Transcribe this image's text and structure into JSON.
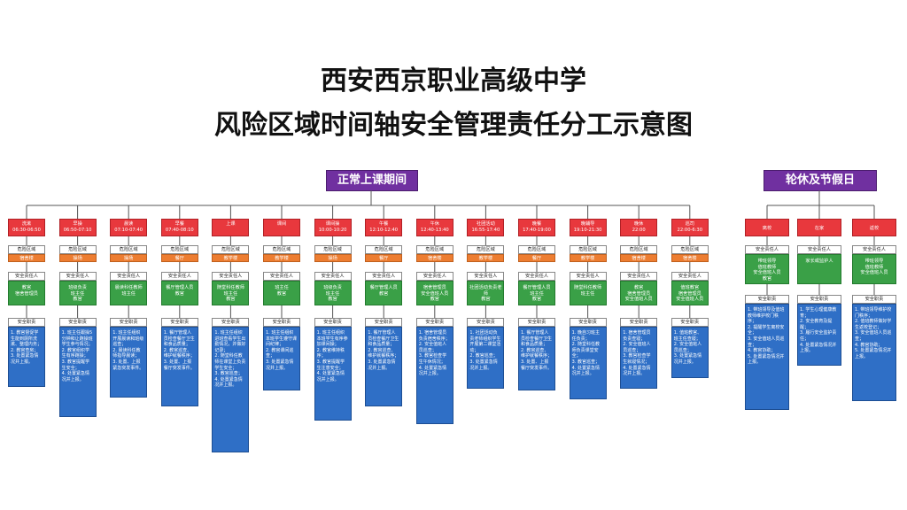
{
  "title_line1": "西安西京职业高级中学",
  "title_line2": "风险区域时间轴安全管理责任分工示意图",
  "period_normal": "正常上课期间",
  "period_holiday": "轮休及节假日",
  "labels": {
    "zone": "危险区域",
    "security": "安全责任人",
    "duty": "安全职责"
  },
  "columns": [
    {
      "time": "洗漱\n06:30-06:50",
      "zone": "宿舍楼",
      "person": "教官\n宿舍管理员",
      "duty": "1. 教官督促学生能到厕所洗漱、整理内务；\n2. 教官查房；\n3. 处置紧急情况并上报。"
    },
    {
      "time": "早操\n06:50-07:10",
      "zone": "操场",
      "person": "班级负责\n班主任\n教官",
      "duty": "1. 班主任跟操5分钟和让跑操班学生参与情况；\n2. 教官组织学生有序跑操；\n3. 教官提醒学生安全；\n4. 处置紧急情况并上报。"
    },
    {
      "time": "晨读\n07:10-07:40",
      "zone": "操场",
      "person": "晨读科任教师\n班主任",
      "duty": "1. 班主任组织开展晨读和班级巡查；\n2. 晨读科任教师指导晨读；\n3. 处置、上报紧急突发事件。"
    },
    {
      "time": "早餐\n07:40-08:10",
      "zone": "餐厅",
      "person": "餐厅管理人员\n教官",
      "duty": "1. 餐厅管理人员检查餐厅卫生和食品质量；\n2. 教官巡查、维护就餐秩序；\n3. 处置、上报餐厅突发事件。"
    },
    {
      "time": "上课",
      "zone": "教学楼",
      "person": "随堂科任教师\n班主任\n教官",
      "duty": "1. 班主任组织进班查看学生出勤情况，并做好记录；\n2. 随堂科任教师在课堂上负责学生安全；\n3. 教官巡查；\n4. 处置紧急情况并上报。"
    },
    {
      "time": "课间",
      "zone": "教学楼",
      "person": "班主任\n教官",
      "duty": "1. 班主任组织本班学生遵守课间纪律；\n2. 教官课间巡查；\n3. 处置紧急情况并上报。"
    },
    {
      "time": "课间操\n10:00-10:20",
      "zone": "操场",
      "person": "班级负责\n班主任\n教官",
      "duty": "1. 班主任组织本班学生有序参加课间操；\n2. 教官维持秩序；\n3. 教官提醒学生注意安全；\n4. 处置紧急情况并上报。"
    },
    {
      "time": "午餐\n12:10-12:40",
      "zone": "餐厅",
      "person": "餐厅管理人员\n教官",
      "duty": "1. 餐厅管理人员检查餐厅卫生和食品质量；\n2. 教官巡查、维护就餐秩序；\n3. 处置紧急情况并上报。"
    },
    {
      "time": "午休\n12:40-13:40",
      "zone": "宿舍楼",
      "person": "宿舍管理员\n安全值班人员\n教官",
      "duty": "1. 宿舍管理员负责宿舍秩序；\n2. 安全值班人员巡查；\n3. 教官检查学生午休情况；\n4. 处置紧急情况并上报。"
    },
    {
      "time": "社团活动\n16:55-17:40",
      "zone": "教学楼",
      "person": "社团活动负责老师\n教官",
      "duty": "1. 社团活动负责老师组织学生开展第二课堂活动；\n2. 教官巡查；\n3. 处置紧急情况并上报。"
    },
    {
      "time": "晚餐\n17:40-19:00",
      "zone": "餐厅",
      "person": "餐厅管理人员\n班主任\n教官",
      "duty": "1. 餐厅管理人员检查餐厅卫生和食品质量；\n2. 教官巡查、维护就餐秩序；\n3. 处置、上报餐厅突发事件。"
    },
    {
      "time": "晚辅导\n19:10-21:30",
      "zone": "教学楼",
      "person": "随堂科任教师\n班主任",
      "duty": "1. 晚自习班主任负责；\n2. 随堂科任教师负责课堂安全；\n3. 教官巡查；\n4. 处置紧急情况并上报。"
    },
    {
      "time": "晚休\n22:00",
      "zone": "宿舍楼",
      "person": "教官\n宿舍管理员\n安全值班人员",
      "duty": "1. 宿舍管理员负责查寝；\n2. 安全值班人员巡查；\n3. 教官检查学生就寝情况；\n4. 处置紧急情况并上报。"
    },
    {
      "time": "巡司\n22:00-6:30",
      "zone": "宿舍楼",
      "person": "值班教官\n宿舍管理员\n安全值班人员",
      "duty": "1. 值班教官、班主任查寝；\n2. 安全值班人员巡查；\n3. 处置紧急情况并上报。"
    }
  ],
  "holiday_columns": [
    {
      "time": "离校",
      "person": "带班领导\n值班教师\n安全值班人员\n教官",
      "duty": "1. 带班领导及值班教师维护校门秩序；\n2. 提醒学生离校安全；\n3. 安全值班人员巡查；\n4. 教官协助；\n5. 处置紧急情况并上报。"
    },
    {
      "time": "在家",
      "person": "家长或监护人",
      "duty": "1. 学生心理健康教育；\n2. 安全教育及提醒；\n3. 履行安全监护责任；\n4. 处置紧急情况并上报。"
    },
    {
      "time": "返校",
      "person": "带班领导\n值班教师\n安全值班人员",
      "duty": "1. 带班领导维护校门秩序；\n2. 值班教师做好学生返校登记；\n3. 安全值班人员巡查；\n4. 教官协助；\n5. 处置紧急情况并上报。"
    }
  ]
}
